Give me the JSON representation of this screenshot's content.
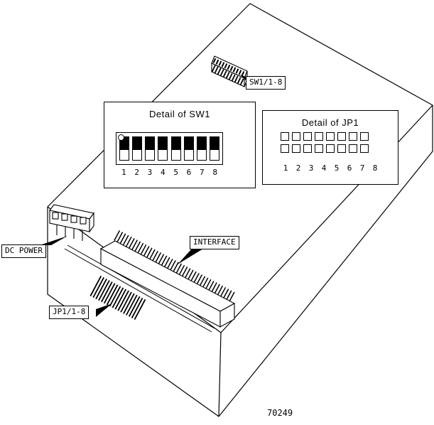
{
  "figure": {
    "number": "70249"
  },
  "callouts": {
    "sw1": "SW1/1-8",
    "dc_power": "DC POWER",
    "interface": "INTERFACE",
    "jp1": "JP1/1-8"
  },
  "detail_sw1": {
    "title": "Detail of SW1",
    "pin_labels": [
      "1",
      "2",
      "3",
      "4",
      "5",
      "6",
      "7",
      "8"
    ]
  },
  "detail_jp1": {
    "title": "Detail of JP1",
    "pin_labels": [
      "1",
      "2",
      "3",
      "4",
      "5",
      "6",
      "7",
      "8"
    ]
  },
  "colors": {
    "line": "#000000",
    "background": "#ffffff",
    "switch_fill": "#000000"
  }
}
